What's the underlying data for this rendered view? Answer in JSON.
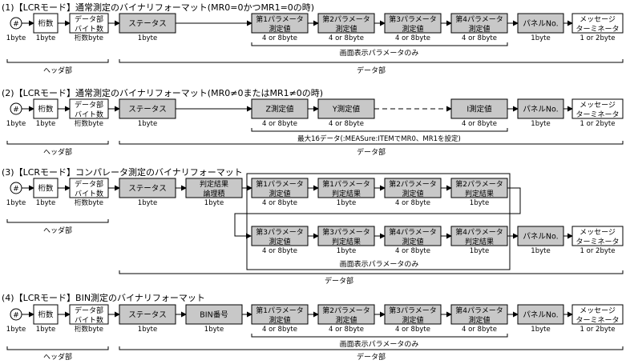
{
  "sections": [
    {
      "title": "(1)【LCRモード】通常測定のバイナリフォーマット(MR0=0かつMR1=0の時)",
      "boxes": [
        {
          "lines": [
            "桁数"
          ],
          "size": "1byte"
        },
        {
          "lines": [
            "データ部",
            "バイト数"
          ],
          "size": "桁数byte"
        },
        {
          "lines": [
            "ステータス"
          ],
          "size": "1byte"
        },
        {
          "lines": [
            "第1パラメータ",
            "測定値"
          ],
          "size": "4 or 8byte"
        },
        {
          "lines": [
            "第2パラメータ",
            "測定値"
          ],
          "size": "4 or 8byte"
        },
        {
          "lines": [
            "第3パラメータ",
            "測定値"
          ],
          "size": "4 or 8byte"
        },
        {
          "lines": [
            "第4パラメータ",
            "測定値"
          ],
          "size": "4 or 8byte"
        },
        {
          "lines": [
            "パネルNo."
          ],
          "size": "1byte"
        },
        {
          "lines": [
            "メッセージ",
            "ターミネータ"
          ],
          "size": "1 or 2byte"
        }
      ],
      "start_symbol": "#",
      "start_size": "1byte",
      "header_label": "ヘッダ部",
      "display_label": "画面表示パラメータのみ",
      "data_label": "データ部"
    },
    {
      "title": "(2)【LCRモード】通常測定のバイナリフォーマット(MR0≠0またはMR1≠0の時)",
      "boxes": [
        {
          "lines": [
            "桁数"
          ],
          "size": "1byte"
        },
        {
          "lines": [
            "データ部",
            "バイト数"
          ],
          "size": "桁数byte"
        },
        {
          "lines": [
            "ステータス"
          ],
          "size": "1byte"
        },
        {
          "lines": [
            "Z測定値"
          ],
          "size": "4 or 8byte"
        },
        {
          "lines": [
            "Y測定値"
          ],
          "size": "4 or 8byte"
        },
        {
          "lines": [
            "I測定値"
          ],
          "size": "4 or 8byte"
        },
        {
          "lines": [
            "パネルNo."
          ],
          "size": "1byte"
        },
        {
          "lines": [
            "メッセージ",
            "ターミネータ"
          ],
          "size": "1 or 2byte"
        }
      ],
      "start_symbol": "#",
      "start_size": "1byte",
      "header_label": "ヘッダ部",
      "max_note": "最大16データ(:MEASure:ITEMでMR0、MR1を設定)",
      "data_label": "データ部"
    },
    {
      "title": "(3)【LCRモード】コンパレータ測定のバイナリフォーマット",
      "boxes": [
        {
          "lines": [
            "桁数"
          ],
          "size": "1byte"
        },
        {
          "lines": [
            "データ部",
            "バイト数"
          ],
          "size": "桁数byte"
        },
        {
          "lines": [
            "ステータス"
          ],
          "size": "1byte"
        },
        {
          "lines": [
            "判定結果",
            "論理積"
          ],
          "size": "1byte"
        },
        {
          "lines": [
            "第1パラメータ",
            "測定値"
          ],
          "size": "4 or 8byte"
        },
        {
          "lines": [
            "第1パラメータ",
            "判定結果"
          ],
          "size": "1byte"
        },
        {
          "lines": [
            "第2パラメータ",
            "測定値"
          ],
          "size": "4 or 8byte"
        },
        {
          "lines": [
            "第2パラメータ",
            "判定結果"
          ],
          "size": "1byte"
        },
        {
          "lines": [
            "第3パラメータ",
            "測定値"
          ],
          "size": "4 or 8byte"
        },
        {
          "lines": [
            "第3パラメータ",
            "判定結果"
          ],
          "size": "1byte"
        },
        {
          "lines": [
            "第4パラメータ",
            "測定値"
          ],
          "size": "4 or 8byte"
        },
        {
          "lines": [
            "第4パラメータ",
            "判定結果"
          ],
          "size": "1byte"
        },
        {
          "lines": [
            "パネルNo."
          ],
          "size": "1byte"
        },
        {
          "lines": [
            "メッセージ",
            "ターミネータ"
          ],
          "size": "1 or 2byte"
        }
      ],
      "start_symbol": "#",
      "start_size": "1byte",
      "header_label": "ヘッダ部",
      "display_label": "画面表示パラメータのみ",
      "data_label": "データ部"
    },
    {
      "title": "(4)【LCRモード】BIN測定のバイナリフォーマット",
      "boxes": [
        {
          "lines": [
            "桁数"
          ],
          "size": "1byte"
        },
        {
          "lines": [
            "データ部",
            "バイト数"
          ],
          "size": "桁数byte"
        },
        {
          "lines": [
            "ステータス"
          ],
          "size": "1byte"
        },
        {
          "lines": [
            "BIN番号"
          ],
          "size": "1byte"
        },
        {
          "lines": [
            "第1パラメータ",
            "測定値"
          ],
          "size": "4 or 8byte"
        },
        {
          "lines": [
            "第2パラメータ",
            "測定値"
          ],
          "size": "4 or 8byte"
        },
        {
          "lines": [
            "第3パラメータ",
            "測定値"
          ],
          "size": "4 or 8byte"
        },
        {
          "lines": [
            "第4パラメータ",
            "測定値"
          ],
          "size": "4 or 8byte"
        },
        {
          "lines": [
            "パネルNo."
          ],
          "size": "1byte"
        },
        {
          "lines": [
            "メッセージ",
            "ターミネータ"
          ],
          "size": "1 or 2byte"
        }
      ],
      "start_symbol": "#",
      "start_size": "1byte",
      "header_label": "ヘッダ部",
      "display_label": "画面表示パラメータのみ",
      "data_label": "データ部"
    }
  ],
  "colors": {
    "gray_box": "#c8c8c8",
    "white_box": "#ffffff",
    "line": "#000000"
  }
}
